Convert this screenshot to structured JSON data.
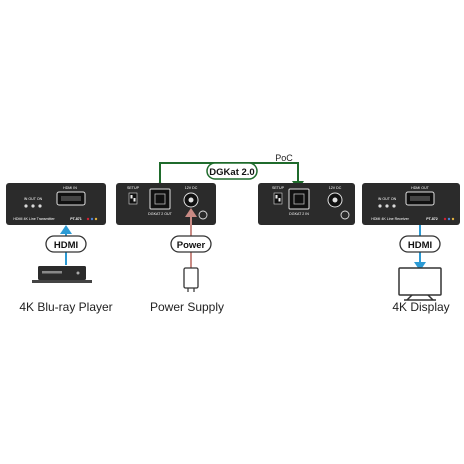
{
  "devices": {
    "transmitter": {
      "port_top": "HDMI IN",
      "leds": "IN OUT ON",
      "name": "HDMI 4K Line Transmitter",
      "model": "PT-871"
    },
    "transmitter_back": {
      "setup": "SETUP",
      "dc": "12V DC",
      "port": "DGKAT 2 OUT"
    },
    "receiver_back": {
      "setup": "SETUP",
      "dc": "12V DC",
      "port": "DGKAT 2 IN"
    },
    "receiver": {
      "port_top": "HDMI OUT",
      "leds": "IN OUT ON",
      "name": "HDMI 4K Line Receiver",
      "model": "PT-872"
    }
  },
  "link": {
    "cable_label": "DGKat 2.0",
    "poc_label": "PoC"
  },
  "badges": {
    "hdmi_left": "HDMI",
    "power": "Power",
    "hdmi_right": "HDMI"
  },
  "sources": {
    "bluray": "4K Blu-ray Player",
    "power_supply": "Power Supply",
    "display": "4K Display"
  },
  "colors": {
    "device_body": "#2b2b2b",
    "hdmi_arrow": "#2b9ad4",
    "power_arrow": "#c98a84",
    "dgkat_line": "#1f6b2c",
    "badge_border": "#333333"
  }
}
